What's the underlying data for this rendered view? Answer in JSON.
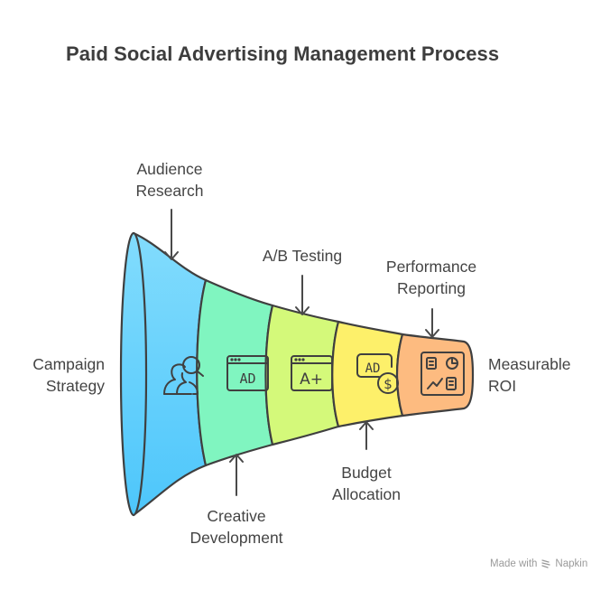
{
  "title": "Paid Social Advertising Management Process",
  "diagram": {
    "type": "funnel",
    "start_label": [
      "Campaign",
      "Strategy"
    ],
    "end_label": [
      "Measurable",
      "ROI"
    ],
    "stages": [
      {
        "name": "Audience Research",
        "label_lines": [
          "Audience",
          "Research"
        ],
        "icon": "audience-search-icon",
        "color": "#79d6fc",
        "label_position": "top"
      },
      {
        "name": "Creative Development",
        "label_lines": [
          "Creative",
          "Development"
        ],
        "icon": "ad-window-icon",
        "color": "#80f5c0",
        "label_position": "bottom"
      },
      {
        "name": "A/B Testing",
        "label_lines": [
          "A/B Testing"
        ],
        "icon": "ab-test-window-icon",
        "color": "#d4f97a",
        "label_position": "top"
      },
      {
        "name": "Budget Allocation",
        "label_lines": [
          "Budget",
          "Allocation"
        ],
        "icon": "ad-budget-dollar-icon",
        "color": "#fdf06a",
        "label_position": "bottom"
      },
      {
        "name": "Performance Reporting",
        "label_lines": [
          "Performance",
          "Reporting"
        ],
        "icon": "dashboard-report-icon",
        "color": "#fdbb80",
        "label_position": "top"
      }
    ]
  },
  "footer": {
    "text_prefix": "Made with",
    "brand": "Napkin"
  }
}
